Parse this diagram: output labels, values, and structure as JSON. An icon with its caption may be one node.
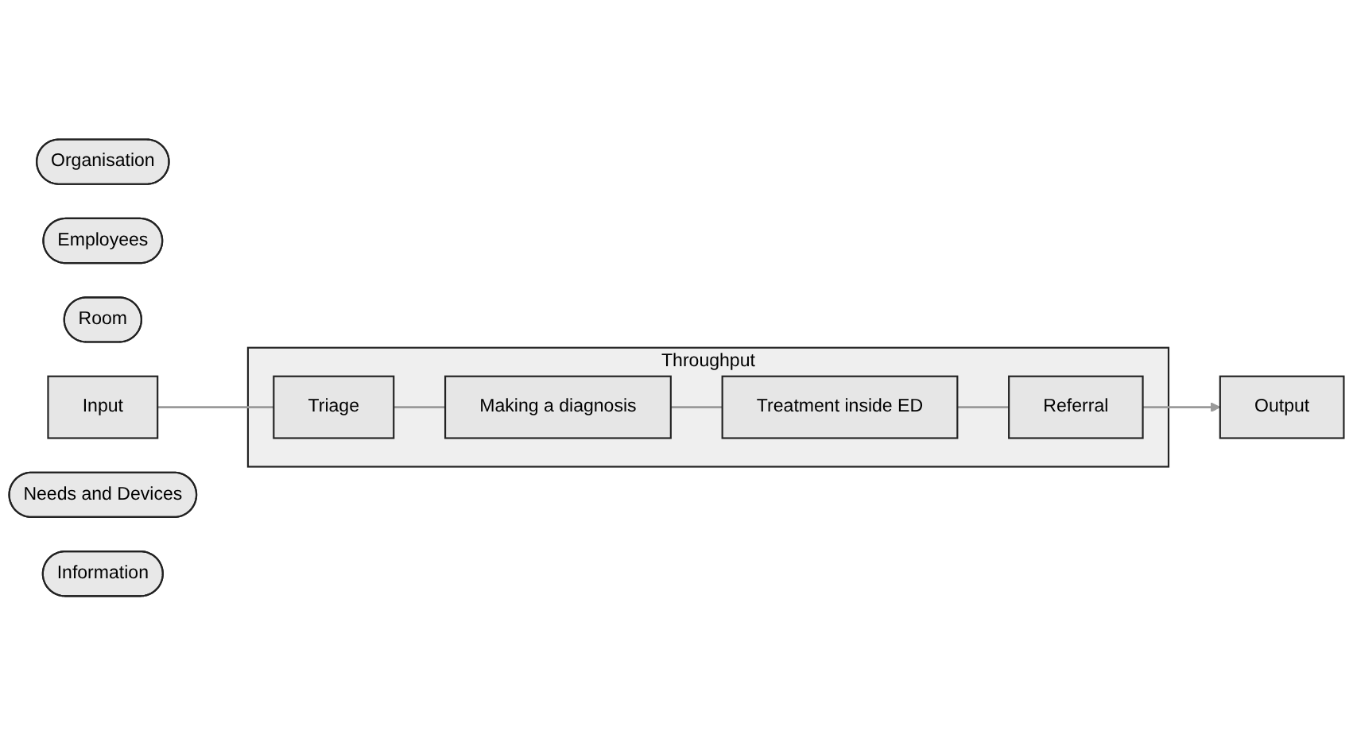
{
  "diagram": {
    "nodes": [
      {
        "text": [
          "Organisation"
        ]
      },
      {
        "text": [
          "Employees"
        ]
      },
      {
        "text": [
          "Room"
        ]
      },
      {
        "text": [
          "Input"
        ]
      },
      {
        "text": [
          "Throughput"
        ]
      },
      {
        "text": [
          "Triage"
        ],
        "in": 4
      },
      {
        "text": [
          "Making a diagnosis"
        ],
        "in": 4
      },
      {
        "text": [
          "Treatment inside ED"
        ],
        "in": 4
      },
      {
        "text": [
          "Referral"
        ],
        "in": 4
      },
      {
        "text": [
          "Output"
        ]
      },
      {
        "text": [
          "Needs and Devices"
        ]
      },
      {
        "text": [
          "Information"
        ]
      }
    ],
    "edges": [
      {
        "from": 3,
        "to": 5,
        "arrow": "none"
      },
      {
        "from": 5,
        "to": 6,
        "arrow": "none"
      },
      {
        "from": 6,
        "to": 7,
        "arrow": "none"
      },
      {
        "from": 7,
        "to": 8,
        "arrow": "none"
      },
      {
        "from": 8,
        "to": 9,
        "arrow": "to"
      }
    ]
  }
}
